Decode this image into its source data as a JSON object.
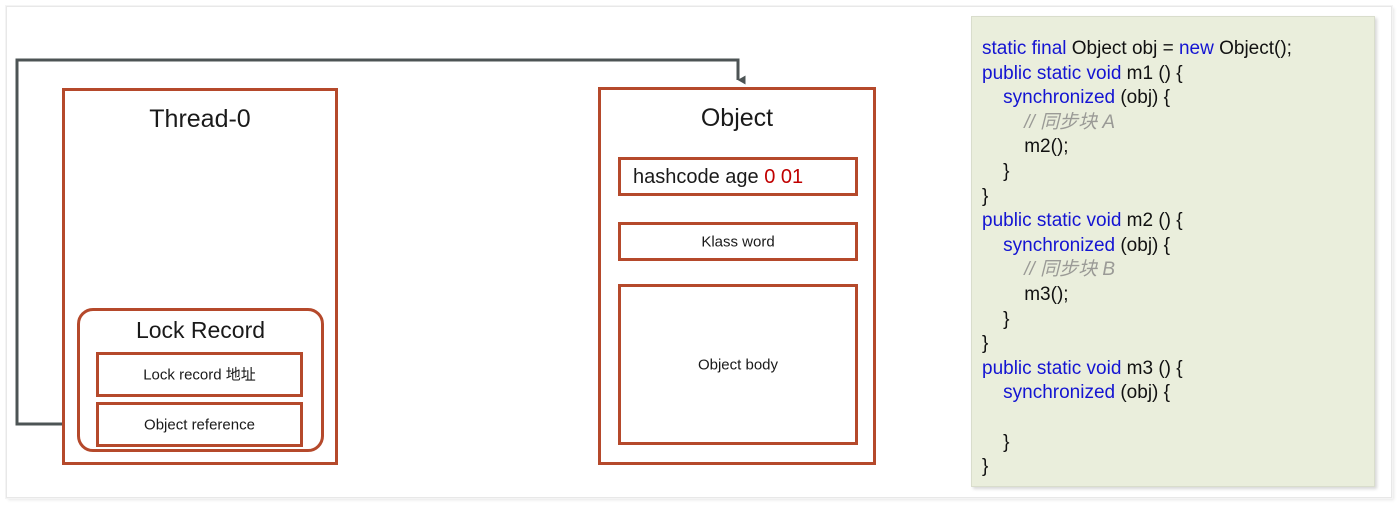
{
  "diagram": {
    "thread": {
      "title": "Thread-0",
      "lock_record": {
        "title": "Lock Record",
        "rows": [
          {
            "label": "Lock record 地址"
          },
          {
            "label": "Object reference"
          }
        ]
      }
    },
    "object": {
      "title": "Object",
      "mark_word": {
        "label": "hashcode age ",
        "highlight": "0 01"
      },
      "klass_word": {
        "label": "Klass word"
      },
      "object_body": {
        "label": "Object body"
      }
    },
    "connector": {
      "name": "object-reference-to-object-arrow"
    },
    "colors": {
      "box_border": "#b5492b",
      "connector": "#4d5455",
      "highlight": "#c00000"
    }
  },
  "code_panel": {
    "background": "#eaeedc",
    "keyword_color": "#1414d2",
    "comment_color": "#9a9a96",
    "lines": [
      [
        {
          "t": "static final",
          "c": "kw"
        },
        {
          "t": " Object obj = ",
          "c": ""
        },
        {
          "t": "new",
          "c": "kw"
        },
        {
          "t": " Object();",
          "c": ""
        }
      ],
      [
        {
          "t": "public static void",
          "c": "kw"
        },
        {
          "t": " m1 () {",
          "c": ""
        }
      ],
      [
        {
          "t": "    ",
          "c": ""
        },
        {
          "t": "synchronized",
          "c": "kw"
        },
        {
          "t": " (obj) {",
          "c": ""
        }
      ],
      [
        {
          "t": "        // 同步块 A",
          "c": "cmt"
        }
      ],
      [
        {
          "t": "        m2();",
          "c": ""
        }
      ],
      [
        {
          "t": "    }",
          "c": ""
        }
      ],
      [
        {
          "t": "}",
          "c": ""
        }
      ],
      [
        {
          "t": "public static void",
          "c": "kw"
        },
        {
          "t": " m2 () {",
          "c": ""
        }
      ],
      [
        {
          "t": "    ",
          "c": ""
        },
        {
          "t": "synchronized",
          "c": "kw"
        },
        {
          "t": " (obj) {",
          "c": ""
        }
      ],
      [
        {
          "t": "        // 同步块 B",
          "c": "cmt"
        }
      ],
      [
        {
          "t": "        m3();",
          "c": ""
        }
      ],
      [
        {
          "t": "    }",
          "c": ""
        }
      ],
      [
        {
          "t": "}",
          "c": ""
        }
      ],
      [
        {
          "t": "public static void",
          "c": "kw"
        },
        {
          "t": " m3 () {",
          "c": ""
        }
      ],
      [
        {
          "t": "    ",
          "c": ""
        },
        {
          "t": "synchronized",
          "c": "kw"
        },
        {
          "t": " (obj) {",
          "c": ""
        }
      ],
      [
        {
          "t": " ",
          "c": ""
        }
      ],
      [
        {
          "t": "    }",
          "c": ""
        }
      ],
      [
        {
          "t": "}",
          "c": ""
        }
      ]
    ]
  }
}
